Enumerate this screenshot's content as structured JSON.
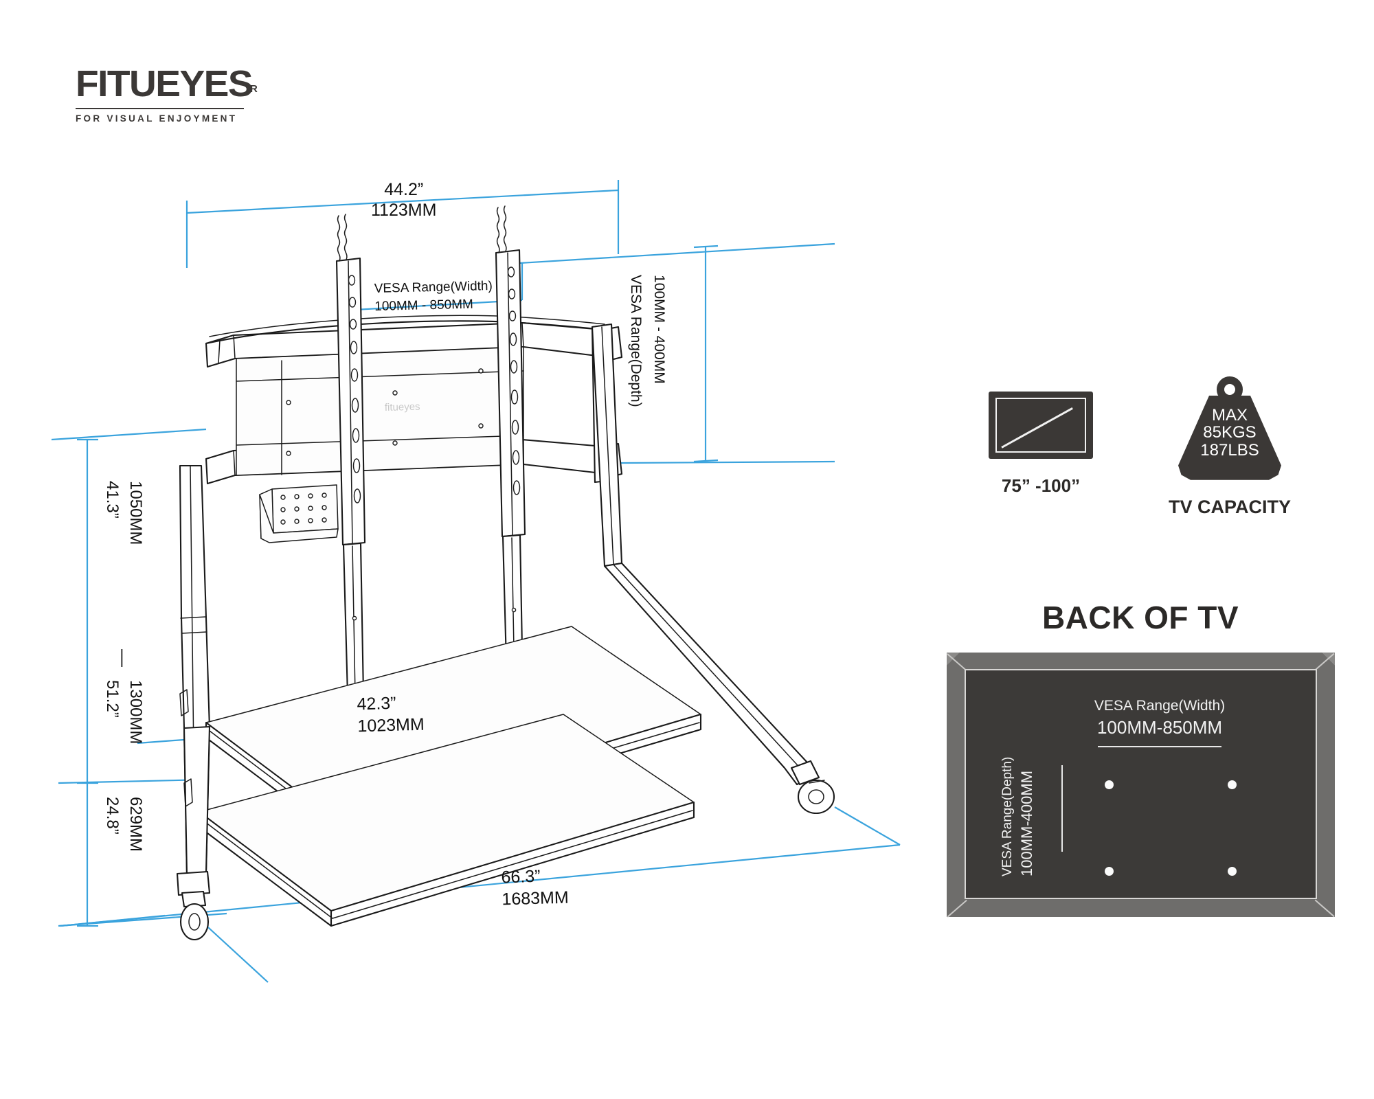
{
  "brand": {
    "wordmark": "FITUEYES",
    "registered": "R",
    "tagline": "FOR VISUAL ENJOYMENT"
  },
  "dimensions": {
    "top_width": {
      "inches": "44.2”",
      "mm": "1123MM"
    },
    "vesa_width": {
      "label": "VESA Range(Width)",
      "value": "100MM - 850MM"
    },
    "vesa_depth": {
      "label": "VESA Range(Depth)",
      "value": "100MM - 400MM"
    },
    "tv_height_min": {
      "inches": "41.3”",
      "mm": "1050MM"
    },
    "height_separator": "—",
    "tv_height_max": {
      "inches": "51.2”",
      "mm": "1300MM"
    },
    "base_height": {
      "inches": "24.8”",
      "mm": "629MM"
    },
    "shelf_width": {
      "inches": "42.3”",
      "mm": "1023MM"
    },
    "base_width": {
      "inches": "66.3”",
      "mm": "1683MM"
    }
  },
  "specs": {
    "tv_size": {
      "label": "75” -100”",
      "icon": "tv-screen-icon"
    },
    "capacity": {
      "max": "MAX",
      "kgs": "85KGS",
      "lbs": "187LBS",
      "label": "TV CAPACITY",
      "icon": "weight-icon"
    }
  },
  "back_of_tv": {
    "title": "BACK OF TV",
    "vesa_width_label": "VESA Range(Width)",
    "vesa_width_value": "100MM-850MM",
    "vesa_depth_label": "VESA Range(Depth)",
    "vesa_depth_value": "100MM-400MM"
  },
  "colors": {
    "dimension_line": "#3aa3dd",
    "drawing_line": "#1a1a1a",
    "brand_dark": "#3b3836",
    "panel_frame": "#6e6d6b",
    "panel_screen": "#3c3a38"
  }
}
